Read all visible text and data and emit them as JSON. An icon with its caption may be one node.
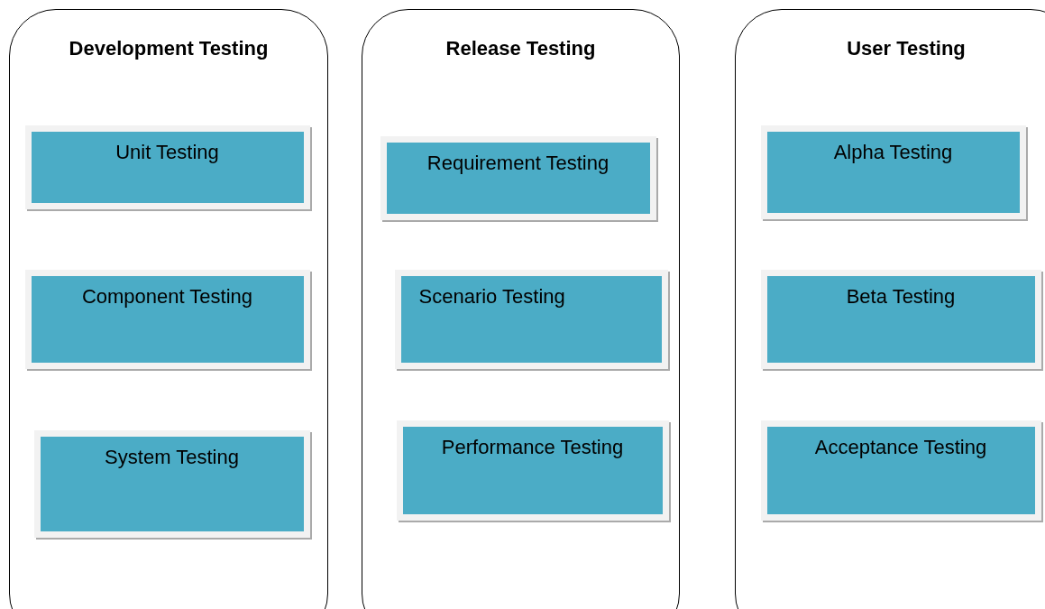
{
  "diagram": {
    "nodes": [
      {
        "text": [
          "Development Testing"
        ]
      },
      {
        "text": [
          "Unit Testing"
        ],
        "in": 0
      },
      {
        "text": [
          "Component Testing"
        ],
        "in": 0
      },
      {
        "text": [
          "System Testing"
        ],
        "in": 0
      },
      {
        "text": [
          "Release Testing"
        ]
      },
      {
        "text": [
          "Requirement Testing"
        ],
        "in": 4
      },
      {
        "text": [
          "Scenario Testing"
        ],
        "in": 4
      },
      {
        "text": [
          "Performance Testing"
        ],
        "in": 4
      },
      {
        "text": [
          "User Testing"
        ]
      },
      {
        "text": [
          "Alpha Testing"
        ],
        "in": 8
      },
      {
        "text": [
          "Beta Testing"
        ],
        "in": 8
      },
      {
        "text": [
          "Acceptance Testing"
        ],
        "in": 8
      }
    ]
  }
}
